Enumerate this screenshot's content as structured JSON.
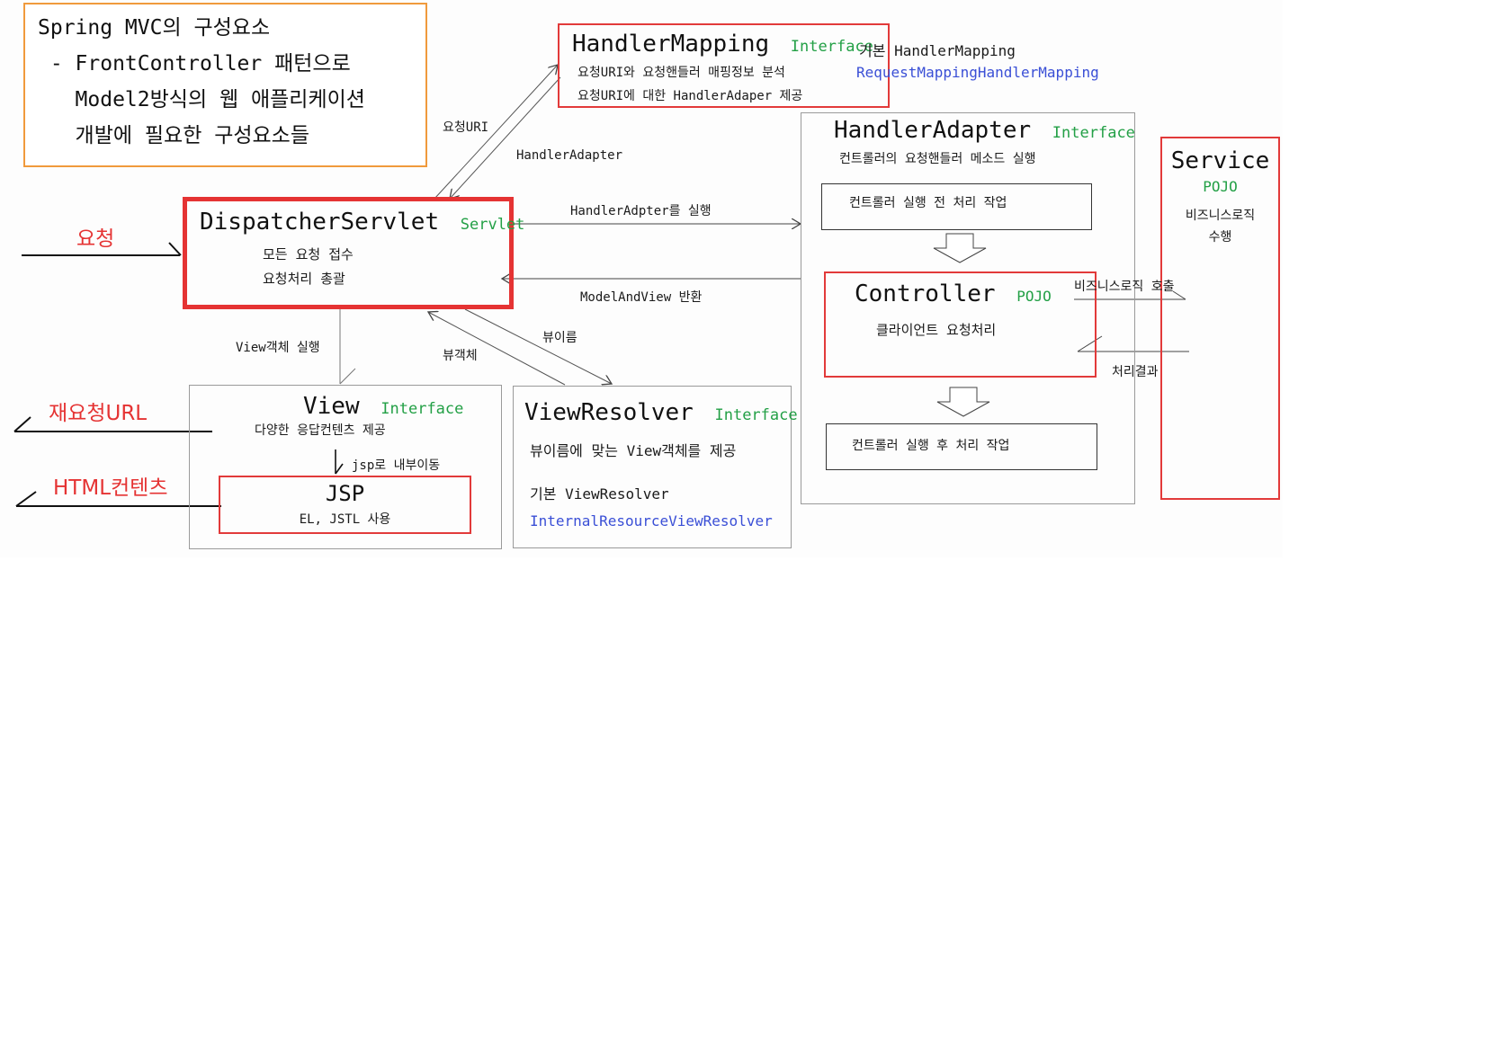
{
  "note": {
    "line1": "Spring MVC의 구성요소",
    "line2": " - FrontController 패턴으로",
    "line3": "   Model2방식의 웹 애플리케이션",
    "line4": "   개발에 필요한 구성요소들"
  },
  "dispatcher": {
    "title": "DispatcherServlet",
    "type": "Servlet",
    "desc1": "모든 요청 접수",
    "desc2": "요청처리 총괄"
  },
  "handler_mapping": {
    "title": "HandlerMapping",
    "type": "Interface",
    "desc1": "요청URI와 요청핸들러 매핑정보 분석",
    "desc2": "요청URI에 대한 HandlerAdaper 제공",
    "default_label": "기본 HandlerMapping",
    "default_impl": "RequestMappingHandlerMapping"
  },
  "handler_adapter": {
    "title": "HandlerAdapter",
    "type": "Interface",
    "desc": "컨트롤러의 요청핸들러 메소드 실행",
    "pre": "컨트롤러 실행 전 처리 작업",
    "post": "컨트롤러 실행 후 처리 작업"
  },
  "controller": {
    "title": "Controller",
    "type": "POJO",
    "desc": "클라이언트 요청처리"
  },
  "service": {
    "title": "Service",
    "type": "POJO",
    "desc1": "비즈니스로직",
    "desc2": "수행"
  },
  "view": {
    "title": "View",
    "type": "Interface",
    "desc": "다양한 응답컨텐츠 제공",
    "forward_label": "jsp로 내부이동"
  },
  "jsp": {
    "title": "JSP",
    "desc": "EL, JSTL 사용"
  },
  "view_resolver": {
    "title": "ViewResolver",
    "type": "Interface",
    "desc": "뷰이름에 맞는 View객체를 제공",
    "default_label": "기본 ViewResolver",
    "default_impl": "InternalResourceViewResolver"
  },
  "edges": {
    "request_uri": "요청URI",
    "handler_adapter": "HandlerAdapter",
    "run_adapter": "HandlerAdpter를 실행",
    "model_and_view": "ModelAndView 반환",
    "view_name": "뷰이름",
    "view_object": "뷰객체",
    "run_view": "View객체 실행",
    "business_call": "비즈니스로직 호출",
    "result": "처리결과"
  },
  "external": {
    "request": "요청",
    "redirect": "재요청URL",
    "html": "HTML컨텐츠"
  },
  "colors": {
    "red": "#e53333",
    "green": "#23a046",
    "blue": "#3a4fd6",
    "orange": "#f09a3c"
  }
}
